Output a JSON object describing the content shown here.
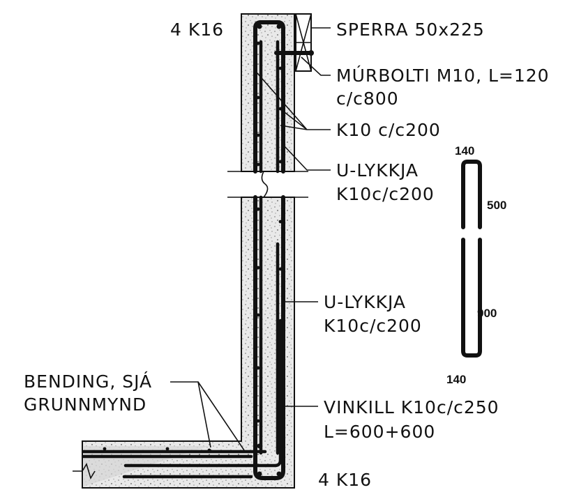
{
  "drawing": {
    "labels": {
      "top_bars": "4  K16",
      "bottom_bars": "4  K16",
      "rafter": "SPERRA 50x225",
      "anchor_bolt_line1": "MÚRBOLTI M10, L=120",
      "anchor_bolt_line2": "c/c800",
      "k10": "K10  c/c200",
      "u_loop_upper_line1": "U-LYKKJA",
      "u_loop_upper_line2": "K10c/c200",
      "u_loop_lower_line1": "U-LYKKJA",
      "u_loop_lower_line2": "K10c/c200",
      "bending_line1": "BENDING, SJÁ",
      "bending_line2": "GRUNNMYND",
      "angle_line1": "VINKILL  K10c/c250",
      "angle_line2": "L=600+600"
    },
    "bar_schedule": {
      "width_top": "140",
      "height_upper": "500",
      "height_lower": "900",
      "width_bottom": "140"
    },
    "colors": {
      "ink": "#111111",
      "concrete_fill": "#e6e6e6",
      "concrete_speck": "#8a8a8a"
    }
  }
}
